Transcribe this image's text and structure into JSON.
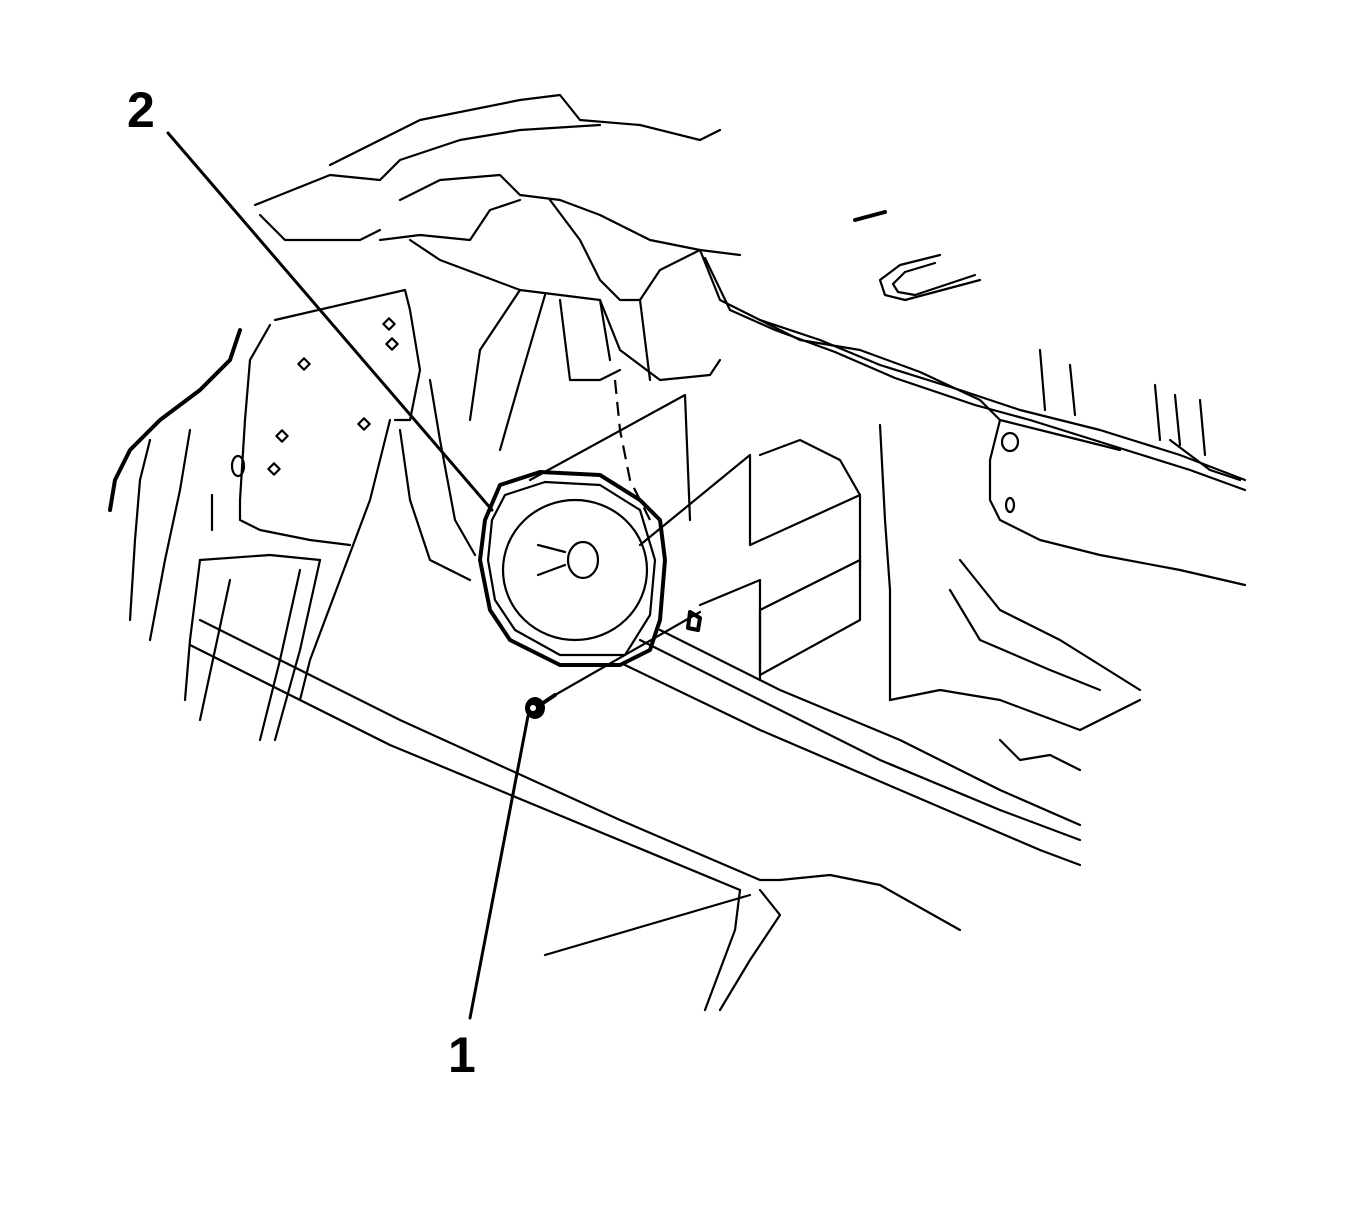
{
  "diagram": {
    "type": "service-illustration",
    "subject": "rear speaker installation",
    "line_color": "#000000",
    "background_color": "#ffffff",
    "callouts": [
      {
        "id": "1",
        "label": "1",
        "points_to": "speaker-fastener-screw"
      },
      {
        "id": "2",
        "label": "2",
        "points_to": "speaker"
      }
    ]
  }
}
